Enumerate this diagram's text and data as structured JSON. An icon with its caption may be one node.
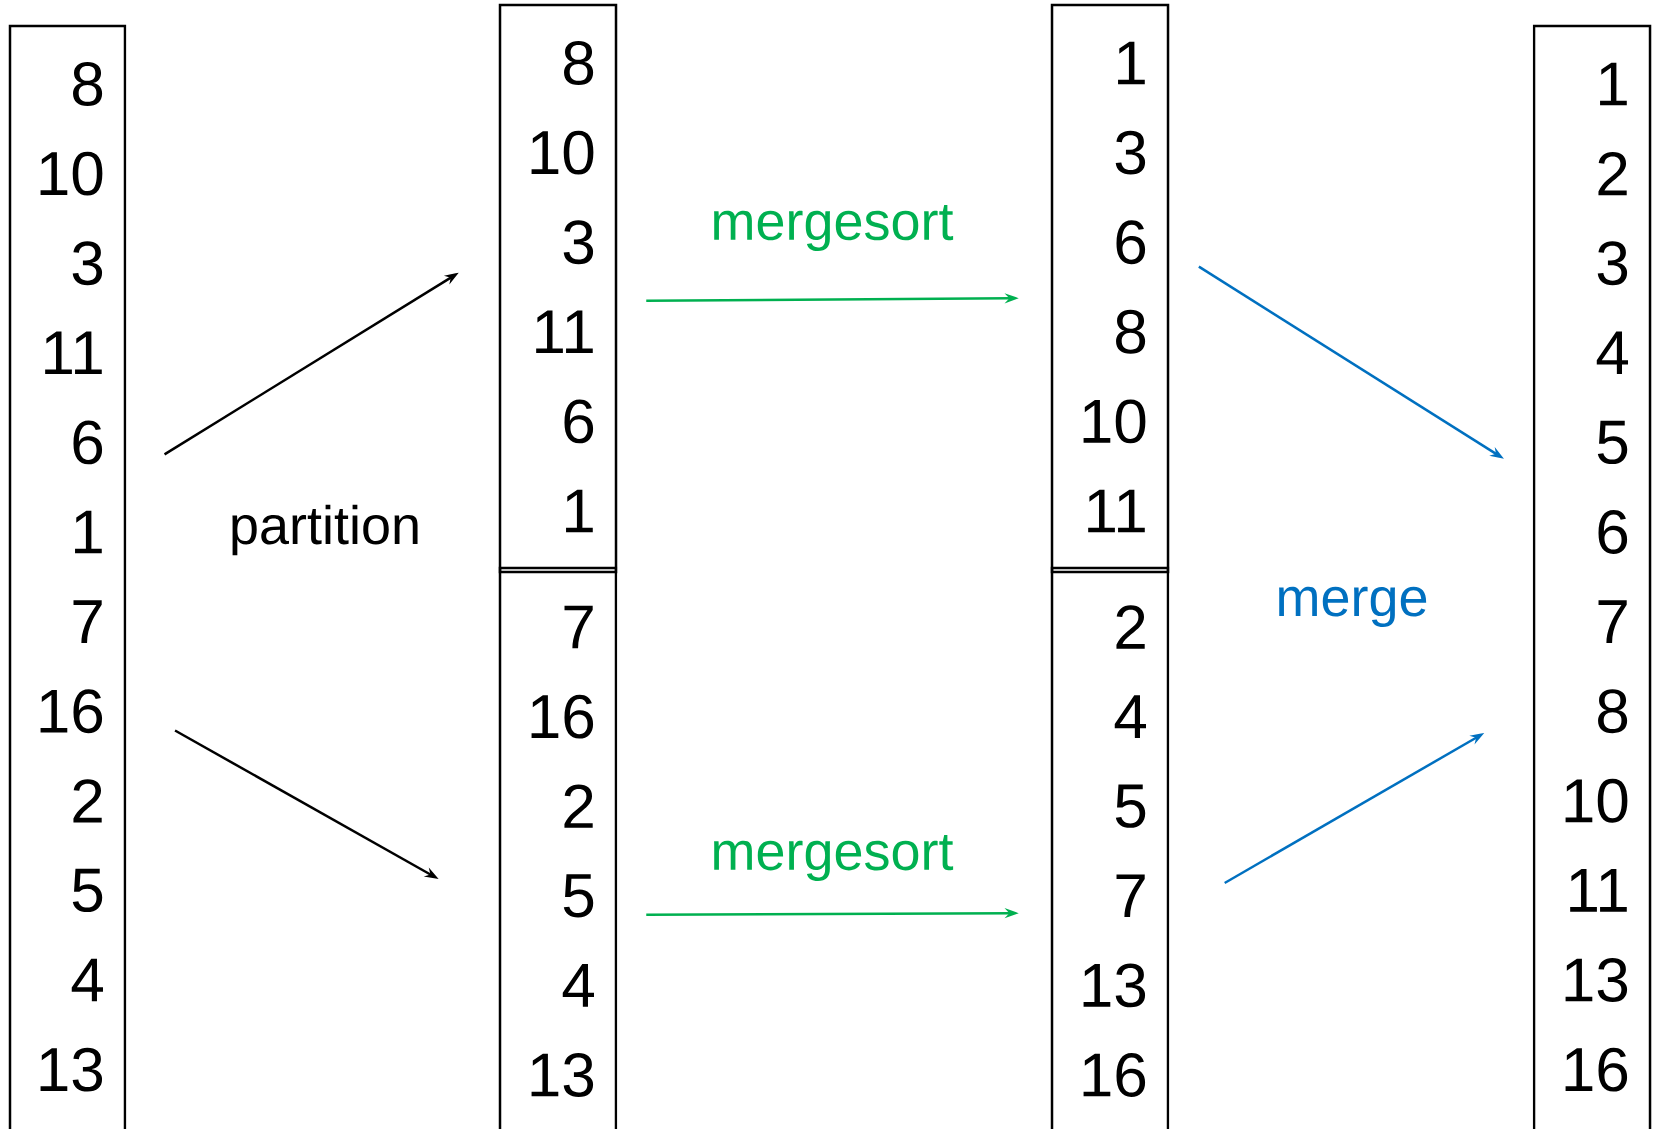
{
  "diagram": {
    "nodes": [
      {
        "text": [
          "8",
          "10",
          "3",
          "11",
          "6",
          "1",
          "7",
          "16",
          "2",
          "5",
          "4",
          "13"
        ]
      },
      {
        "text": [
          "8",
          "10",
          "3",
          "11",
          "6",
          "1"
        ]
      },
      {
        "text": [
          "7",
          "16",
          "2",
          "5",
          "4",
          "13"
        ]
      },
      {
        "text": [
          "1",
          "3",
          "6",
          "8",
          "10",
          "11"
        ]
      },
      {
        "text": [
          "2",
          "4",
          "5",
          "7",
          "13",
          "16"
        ]
      },
      {
        "text": [
          "1",
          "2",
          "3",
          "4",
          "5",
          "6",
          "7",
          "8",
          "10",
          "11",
          "13",
          "16"
        ]
      }
    ],
    "edges": [
      {
        "from": 0,
        "to": 1,
        "arrow": "to"
      },
      {
        "from": 0,
        "to": 2,
        "arrow": "to"
      },
      {
        "from": 1,
        "to": 3,
        "arrow": "to",
        "label": "mergesort",
        "color": "#00b050"
      },
      {
        "from": 2,
        "to": 4,
        "arrow": "to",
        "label": "mergesort",
        "color": "#00b050"
      },
      {
        "from": 3,
        "to": 5,
        "arrow": "to",
        "color": "#0070c0"
      },
      {
        "from": 4,
        "to": 5,
        "arrow": "to",
        "color": "#0070c0"
      }
    ],
    "labels": [
      "partition",
      "merge"
    ]
  }
}
